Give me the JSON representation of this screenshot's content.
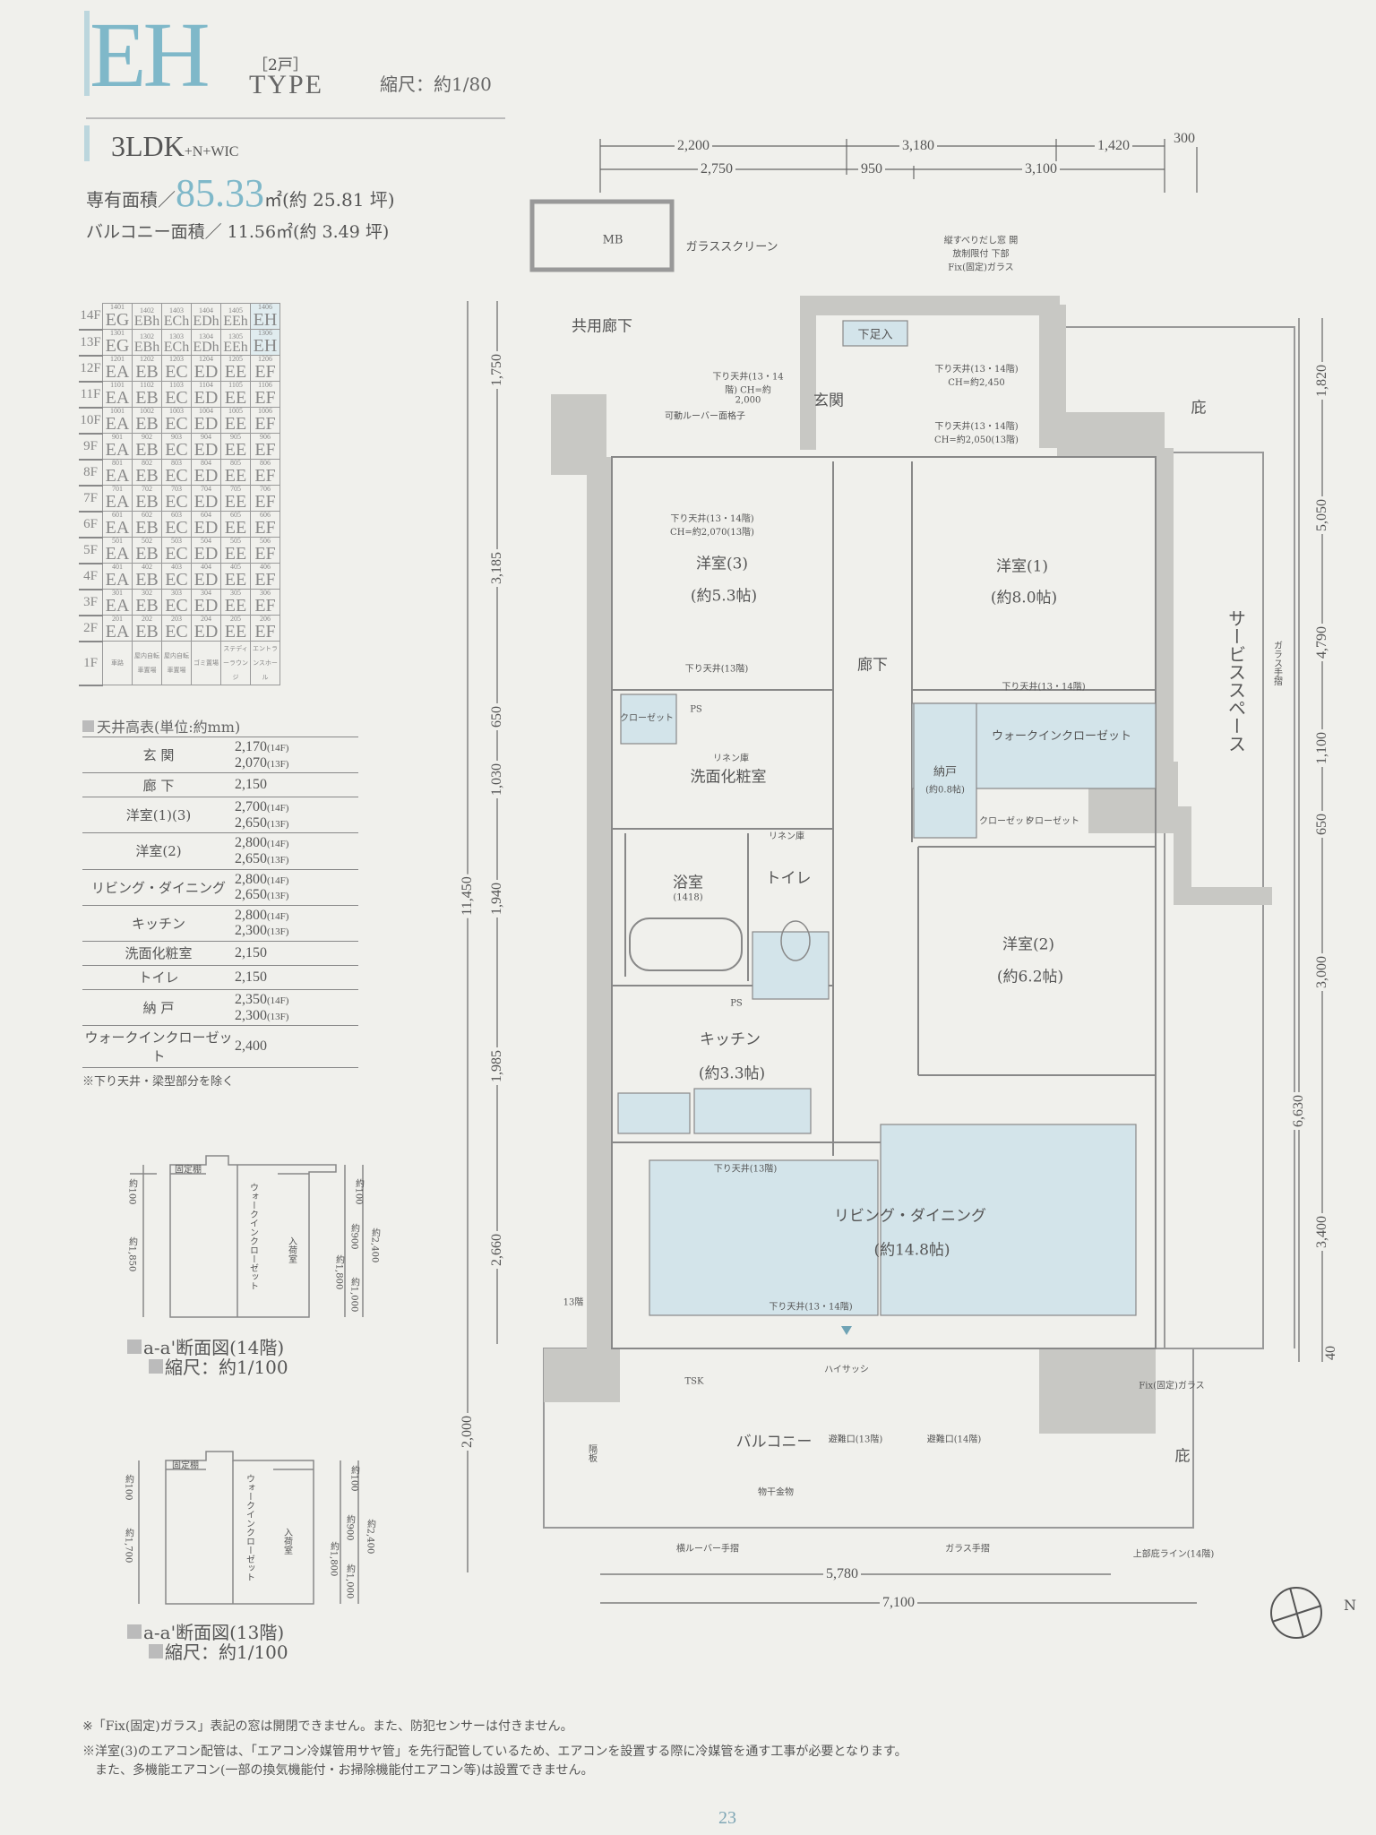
{
  "header": {
    "type_code": "EH",
    "units_count": "［2戸］",
    "type_word": "TYPE",
    "scale": "縮尺：約1/80",
    "layout": "3LDK",
    "layout_suffix": "+N+WIC",
    "exclusive_area_label": "専有面積／",
    "exclusive_area_value": "85.33",
    "exclusive_area_unit": "㎡",
    "exclusive_area_tsubo": "(約 25.81 坪)",
    "balcony_area": "バルコニー面積／ 11.56㎡(約 3.49 坪)"
  },
  "unit_table": {
    "rows": [
      {
        "floor": "14F",
        "units": [
          [
            "1401",
            "EG"
          ],
          [
            "1402",
            "EBh"
          ],
          [
            "1403",
            "ECh"
          ],
          [
            "1404",
            "EDh"
          ],
          [
            "1405",
            "EEh"
          ],
          [
            "1406",
            "EH"
          ]
        ]
      },
      {
        "floor": "13F",
        "units": [
          [
            "1301",
            "EG"
          ],
          [
            "1302",
            "EBh"
          ],
          [
            "1303",
            "ECh"
          ],
          [
            "1304",
            "EDh"
          ],
          [
            "1305",
            "EEh"
          ],
          [
            "1306",
            "EH"
          ]
        ]
      },
      {
        "floor": "12F",
        "units": [
          [
            "1201",
            "EA"
          ],
          [
            "1202",
            "EB"
          ],
          [
            "1203",
            "EC"
          ],
          [
            "1204",
            "ED"
          ],
          [
            "1205",
            "EE"
          ],
          [
            "1206",
            "EF"
          ]
        ]
      },
      {
        "floor": "11F",
        "units": [
          [
            "1101",
            "EA"
          ],
          [
            "1102",
            "EB"
          ],
          [
            "1103",
            "EC"
          ],
          [
            "1104",
            "ED"
          ],
          [
            "1105",
            "EE"
          ],
          [
            "1106",
            "EF"
          ]
        ]
      },
      {
        "floor": "10F",
        "units": [
          [
            "1001",
            "EA"
          ],
          [
            "1002",
            "EB"
          ],
          [
            "1003",
            "EC"
          ],
          [
            "1004",
            "ED"
          ],
          [
            "1005",
            "EE"
          ],
          [
            "1006",
            "EF"
          ]
        ]
      },
      {
        "floor": "9F",
        "units": [
          [
            "901",
            "EA"
          ],
          [
            "902",
            "EB"
          ],
          [
            "903",
            "EC"
          ],
          [
            "904",
            "ED"
          ],
          [
            "905",
            "EE"
          ],
          [
            "906",
            "EF"
          ]
        ]
      },
      {
        "floor": "8F",
        "units": [
          [
            "801",
            "EA"
          ],
          [
            "802",
            "EB"
          ],
          [
            "803",
            "EC"
          ],
          [
            "804",
            "ED"
          ],
          [
            "805",
            "EE"
          ],
          [
            "806",
            "EF"
          ]
        ]
      },
      {
        "floor": "7F",
        "units": [
          [
            "701",
            "EA"
          ],
          [
            "702",
            "EB"
          ],
          [
            "703",
            "EC"
          ],
          [
            "704",
            "ED"
          ],
          [
            "705",
            "EE"
          ],
          [
            "706",
            "EF"
          ]
        ]
      },
      {
        "floor": "6F",
        "units": [
          [
            "601",
            "EA"
          ],
          [
            "602",
            "EB"
          ],
          [
            "603",
            "EC"
          ],
          [
            "604",
            "ED"
          ],
          [
            "605",
            "EE"
          ],
          [
            "606",
            "EF"
          ]
        ]
      },
      {
        "floor": "5F",
        "units": [
          [
            "501",
            "EA"
          ],
          [
            "502",
            "EB"
          ],
          [
            "503",
            "EC"
          ],
          [
            "504",
            "ED"
          ],
          [
            "505",
            "EE"
          ],
          [
            "506",
            "EF"
          ]
        ]
      },
      {
        "floor": "4F",
        "units": [
          [
            "401",
            "EA"
          ],
          [
            "402",
            "EB"
          ],
          [
            "403",
            "EC"
          ],
          [
            "404",
            "ED"
          ],
          [
            "405",
            "EE"
          ],
          [
            "406",
            "EF"
          ]
        ]
      },
      {
        "floor": "3F",
        "units": [
          [
            "301",
            "EA"
          ],
          [
            "302",
            "EB"
          ],
          [
            "303",
            "EC"
          ],
          [
            "304",
            "ED"
          ],
          [
            "305",
            "EE"
          ],
          [
            "306",
            "EF"
          ]
        ]
      },
      {
        "floor": "2F",
        "units": [
          [
            "201",
            "EA"
          ],
          [
            "202",
            "EB"
          ],
          [
            "203",
            "EC"
          ],
          [
            "204",
            "ED"
          ],
          [
            "205",
            "EE"
          ],
          [
            "206",
            "EF"
          ]
        ]
      }
    ],
    "ground": {
      "floor": "1F",
      "cells": [
        "車路",
        "屋内自転車置場",
        "屋内自転車置場",
        "ゴミ置場",
        "ステディーラウンジ",
        "エントランスホール"
      ]
    }
  },
  "ceiling_table": {
    "title": "天井高表(単位:約mm)",
    "rows": [
      {
        "name": "玄 関",
        "v1": "2,170",
        "f1": "(14F)",
        "v2": "2,070",
        "f2": "(13F)"
      },
      {
        "name": "廊 下",
        "v1": "2,150"
      },
      {
        "name": "洋室(1)(3)",
        "v1": "2,700",
        "f1": "(14F)",
        "v2": "2,650",
        "f2": "(13F)"
      },
      {
        "name": "洋室(2)",
        "v1": "2,800",
        "f1": "(14F)",
        "v2": "2,650",
        "f2": "(13F)"
      },
      {
        "name": "リビング・ダイニング",
        "v1": "2,800",
        "f1": "(14F)",
        "v2": "2,650",
        "f2": "(13F)"
      },
      {
        "name": "キッチン",
        "v1": "2,800",
        "f1": "(14F)",
        "v2": "2,300",
        "f2": "(13F)"
      },
      {
        "name": "洗面化粧室",
        "v1": "2,150"
      },
      {
        "name": "トイレ",
        "v1": "2,150"
      },
      {
        "name": "納 戸",
        "v1": "2,350",
        "f1": "(14F)",
        "v2": "2,300",
        "f2": "(13F)"
      },
      {
        "name": "ウォークインクローゼット",
        "v1": "2,400"
      }
    ],
    "note": "※下り天井・梁型部分を除く"
  },
  "sections": [
    {
      "title": "a-a'断面図(14階)",
      "scale": "縮尺：約1/100",
      "dims_left": [
        "約100",
        "約1,850"
      ],
      "dims_right": [
        "約100",
        "約1,800",
        "約900",
        "約2,400",
        "約1,000"
      ],
      "labels": [
        "固定棚",
        "ウォークインクローゼット",
        "入荷室"
      ]
    },
    {
      "title": "a-a'断面図(13階)",
      "scale": "縮尺：約1/100",
      "dims_left": [
        "約100",
        "約1,700"
      ],
      "dims_right": [
        "約100",
        "約1,800",
        "約900",
        "約2,400",
        "約1,000"
      ],
      "labels": [
        "固定棚",
        "ウォークインクローゼット",
        "入荷室"
      ]
    }
  ],
  "plan": {
    "rooms": {
      "western3": "洋室(3)",
      "western3_size": "(約5.3帖)",
      "western1": "洋室(1)",
      "western1_size": "(約8.0帖)",
      "western2": "洋室(2)",
      "western2_size": "(約6.2帖)",
      "corridor": "廊下",
      "entrance": "玄関",
      "shoe": "下足入",
      "washroom": "洗面化粧室",
      "bath": "浴室",
      "bath_size": "(1418)",
      "toilet": "トイレ",
      "kitchen": "キッチン",
      "kitchen_size": "(約3.3帖)",
      "ld": "リビング・ダイニング",
      "ld_size": "(約14.8帖)",
      "storage": "納戸",
      "storage_size": "(約0.8帖)",
      "wic": "ウォークインクローゼット",
      "closet": "クローゼット",
      "linen": "リネン庫",
      "balcony": "バルコニー",
      "service": "サービススペース",
      "common_corridor": "共用廊下",
      "mb": "MB",
      "eaves": "庇"
    },
    "annotations": {
      "glass_screen": "ガラススクリーン",
      "window_note": "縦すべりだし窓 開放制限付 下部Fix(固定)ガラス",
      "louver": "可動ルーバー面格子",
      "ceil_entrance": "下り天井(13・14階) CH=約2,000",
      "ceil_hall1": "下り天井(13・14階) CH=約2,450",
      "ceil_hall2": "下り天井(13・14階) CH=約2,050(13階)",
      "ceil_w3": "下り天井(13・14階) CH=約2,070(13階)",
      "ceil_13": "下り天井(13階)",
      "ceil_1314": "下り天井(13・14階)",
      "high_sash": "ハイサッシ",
      "evac13": "避難口(13階)",
      "evac14": "避難口(14階)",
      "laundry": "物干金物",
      "louver_rail": "横ルーバー手摺",
      "glass_rail": "ガラス手摺",
      "eaves_line": "上部庇ライン(14階)",
      "fix_glass": "Fix(固定)ガラス",
      "glass_rail_v": "ガラス手摺",
      "ps": "PS",
      "tsk": "TSK",
      "partition": "隔板",
      "marker13": "13階"
    },
    "dims_top": [
      "2,200",
      "3,180",
      "1,420",
      "300",
      "2,750",
      "950",
      "3,100"
    ],
    "dims_left": [
      "1,750",
      "3,185",
      "650",
      "1,030",
      "1,940",
      "1,985",
      "2,660",
      "2,000",
      "11,450"
    ],
    "dims_right": [
      "1,820",
      "5,050",
      "4,790",
      "1,100",
      "650",
      "3,000",
      "3,400",
      "40",
      "6,630"
    ],
    "dims_bottom": [
      "5,780",
      "7,100"
    ]
  },
  "footnotes": [
    "※「Fix(固定)ガラス」表記の窓は開閉できません。また、防犯センサーは付きません。",
    "※洋室(3)のエアコン配管は、「エアコン冷媒管用サヤ管」を先行配管しているため、エアコンを設置する際に冷媒管を通す工事が必要となります。",
    "また、多機能エアコン(一部の換気機能付・お掃除機能付エアコン等)は設置できません。"
  ],
  "page_number": "23",
  "colors": {
    "accent": "#7fb8c9",
    "room_fill": "#d3e4ea",
    "wall": "#c8c8c4",
    "paper": "#f0f0ec"
  }
}
